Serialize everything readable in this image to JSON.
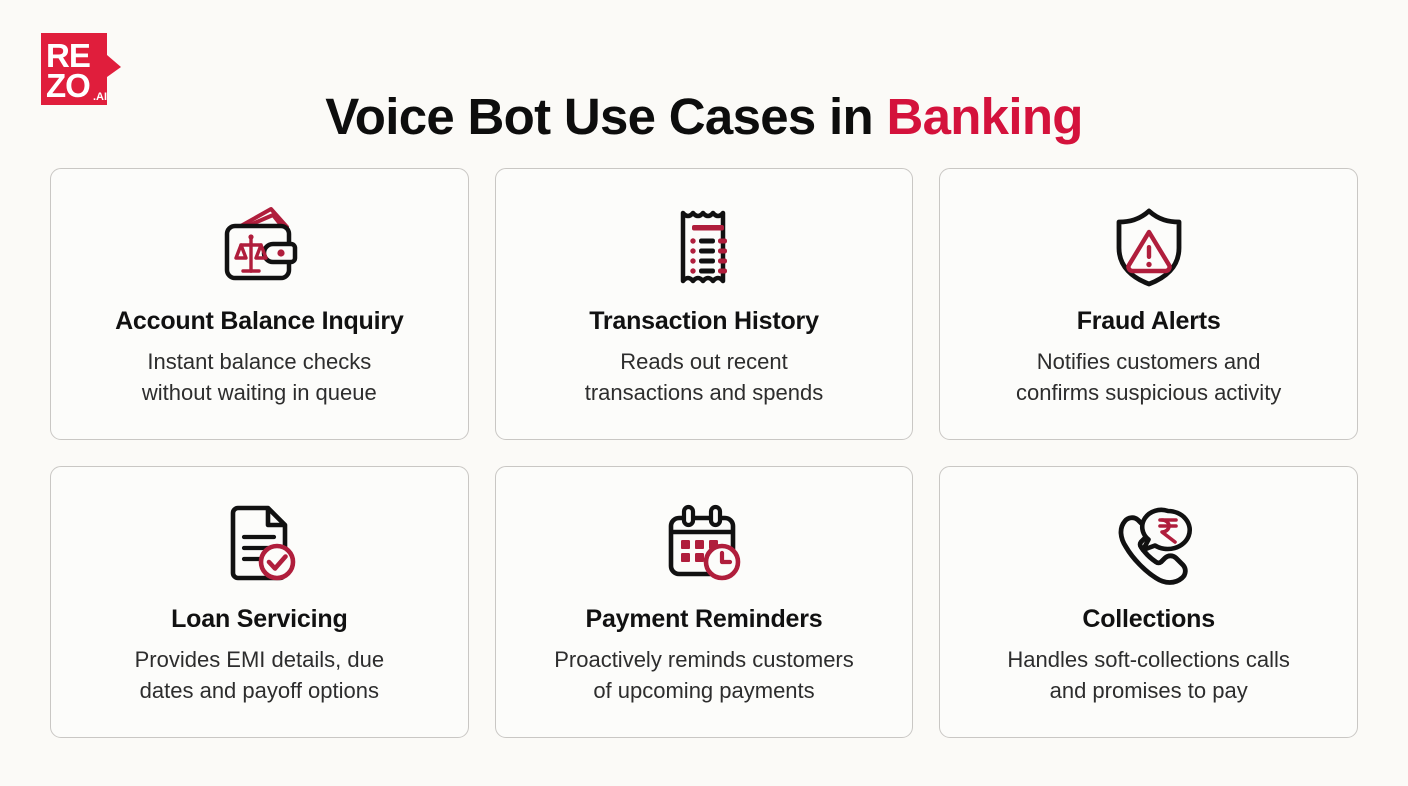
{
  "brand": {
    "logo_name": "rezo-ai-logo",
    "logo_text_top": "RE",
    "logo_text_bottom": "ZO",
    "logo_suffix": ".AI",
    "logo_color": "#e01e3c"
  },
  "header": {
    "title_main": "Voice Bot Use Cases in ",
    "title_accent": "Banking",
    "accent_color": "#d4123c"
  },
  "theme": {
    "page_background": "#fbfaf7",
    "card_background": "#fcfcfa",
    "card_border": "#c9c7c4",
    "text_primary": "#111111",
    "text_secondary": "#2d2d2d",
    "red": "#b01e3c"
  },
  "cards": [
    {
      "icon": "wallet-balance-icon",
      "title": "Account Balance Inquiry",
      "desc_line1": "Instant balance checks",
      "desc_line2": "without waiting in queue"
    },
    {
      "icon": "receipt-icon",
      "title": "Transaction History",
      "desc_line1": "Reads out recent",
      "desc_line2": "transactions and spends"
    },
    {
      "icon": "shield-warning-icon",
      "title": "Fraud Alerts",
      "desc_line1": "Notifies customers and",
      "desc_line2": "confirms suspicious activity"
    },
    {
      "icon": "document-check-icon",
      "title": "Loan Servicing",
      "desc_line1": "Provides EMI details, due",
      "desc_line2": "dates and payoff options"
    },
    {
      "icon": "calendar-clock-icon",
      "title": "Payment Reminders",
      "desc_line1": "Proactively reminds customers",
      "desc_line2": "of upcoming payments"
    },
    {
      "icon": "phone-rupee-icon",
      "title": "Collections",
      "desc_line1": "Handles soft-collections calls",
      "desc_line2": "and promises to pay"
    }
  ]
}
